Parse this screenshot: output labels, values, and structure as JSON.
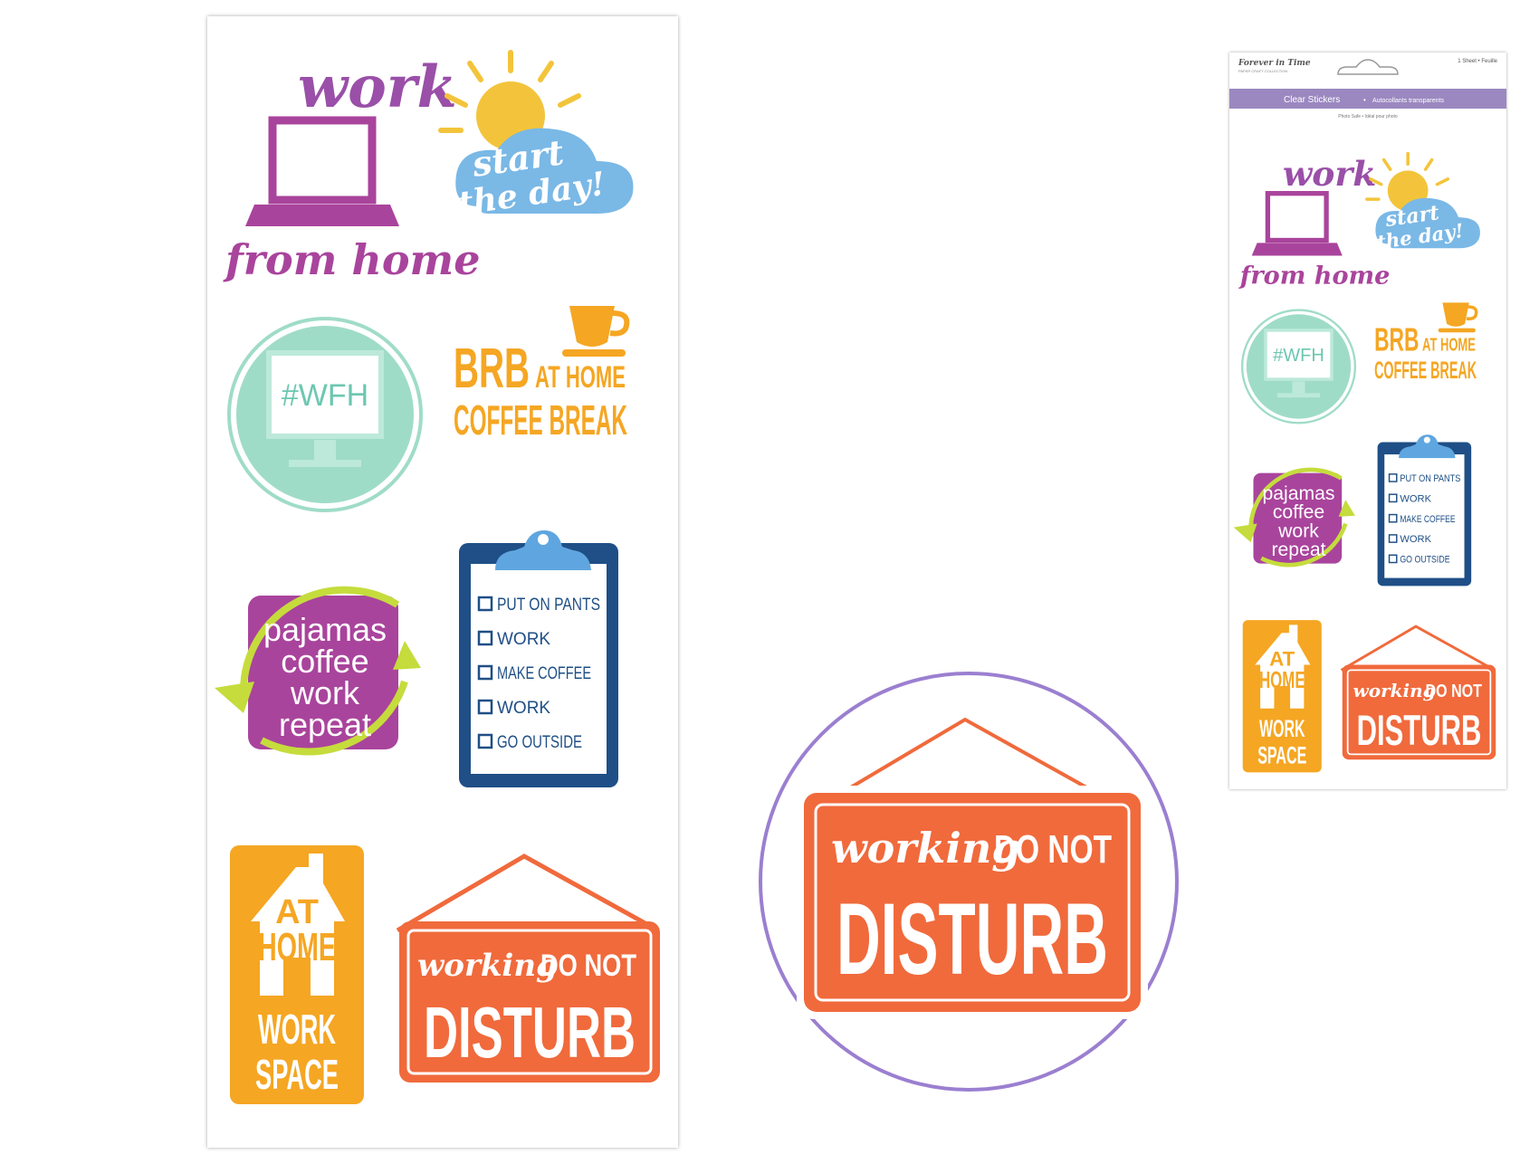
{
  "stickers": {
    "work_from_home": {
      "line1": "work",
      "line2": "from home"
    },
    "start_day": {
      "line1": "start",
      "line2": "the day!"
    },
    "wfh": {
      "label": "#WFH"
    },
    "brb": {
      "brb": "BRB",
      "at_home": "AT HOME",
      "coffee_break": "COFFEE BREAK"
    },
    "routine": {
      "lines": [
        "pajamas",
        "coffee",
        "work",
        "repeat"
      ]
    },
    "checklist": {
      "items": [
        "PUT ON PANTS",
        "WORK",
        "MAKE COFFEE",
        "WORK",
        "GO OUTSIDE"
      ]
    },
    "workspace": {
      "at": "AT",
      "home": "HOME",
      "work": "WORK",
      "space": "SPACE"
    },
    "dnd": {
      "working": "working",
      "do_not": "DO NOT",
      "disturb": "DISTURB"
    }
  },
  "package": {
    "brand": "Forever in Time",
    "brand_tagline": "PAPER CRAFT COLLECTION",
    "count": "1 Sheet • Feuille",
    "product": "Clear Stickers",
    "product_fr": "Autocollants transparents",
    "photo_safe": "Photo Safe • Idéal pour photo"
  },
  "colors": {
    "purple": "#9a4fa8",
    "magenta": "#a9449c",
    "yellow": "#f3c43b",
    "orange": "#f5a623",
    "sky": "#4f9fdc",
    "mint": "#9fdcc8",
    "navy": "#1f4f86",
    "lime": "#c5dc3c",
    "red_orange": "#f06a3c",
    "band": "#9b88c0",
    "circle": "#9b7fd0"
  }
}
